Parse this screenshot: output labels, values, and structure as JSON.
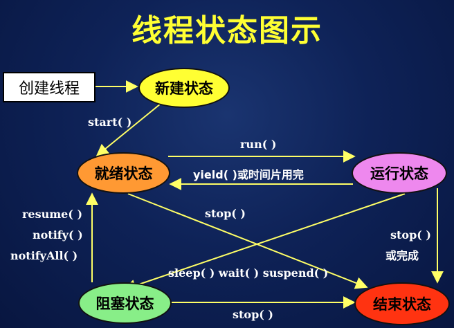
{
  "title": "线程状态图示",
  "nodes": {
    "create": {
      "label": "创建线程",
      "color": "#ffffff"
    },
    "new": {
      "label": "新建状态",
      "color": "#ffff33"
    },
    "ready": {
      "label": "就绪状态",
      "color": "#ff9933"
    },
    "running": {
      "label": "运行状态",
      "color": "#ee88ee"
    },
    "blocked": {
      "label": "阻塞状态",
      "color": "#88ee88"
    },
    "dead": {
      "label": "结束状态",
      "color": "#ff3311"
    }
  },
  "edges": {
    "start": "start( )",
    "run": "run( )",
    "yield": "yield( )或时间片用完",
    "stop_ready": "stop( )",
    "resume": "resume( )",
    "notify": "notify( )",
    "notifyAll": "notifyAll( )",
    "stop_running": "stop( )",
    "complete": "或完成",
    "sleep": "sleep( ) wait( ) suspend( )",
    "stop_blocked": "stop( )"
  },
  "colors": {
    "arrow": "#ffff66",
    "background": "#0e2257",
    "title": "#ffff33",
    "label": "#ffffff"
  }
}
